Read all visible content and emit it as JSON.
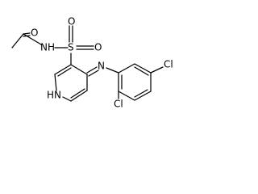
{
  "colors": {
    "background": "#ffffff",
    "bond": "#000000",
    "text": "#000000"
  },
  "atoms": {
    "acetyl_o": "O",
    "amide_n": "N",
    "amide_h": "H",
    "sulfur": "S",
    "sulfonyl_o1": "O",
    "sulfonyl_o2": "O",
    "imine_n": "N",
    "ring_nh": "HN",
    "chlorine_top": "Cl",
    "chlorine_bottom": "Cl"
  }
}
